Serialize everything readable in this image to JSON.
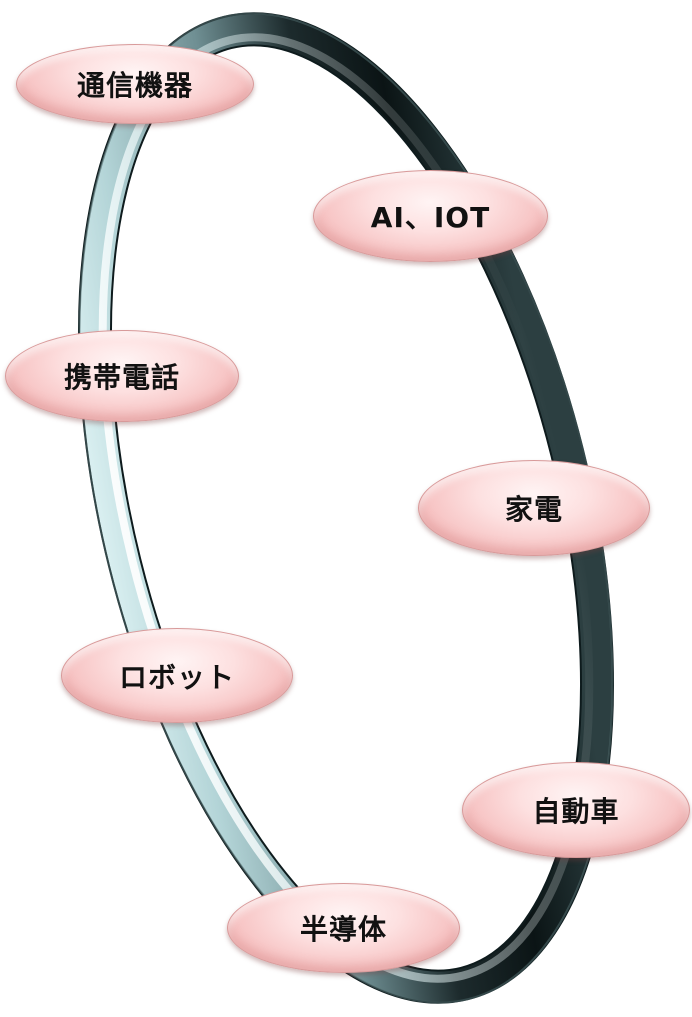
{
  "diagram": {
    "ring_colors": {
      "highlight": "#d7f1f3",
      "mid": "#8fb4b8",
      "shadow": "#0d1a1c"
    },
    "bubble_color": "#f8caca",
    "nodes": [
      {
        "id": "tsushin",
        "label": "通信機器"
      },
      {
        "id": "ai",
        "label": "AI、IOT"
      },
      {
        "id": "keitai",
        "label": "携帯電話"
      },
      {
        "id": "kaden",
        "label": "家電"
      },
      {
        "id": "robot",
        "label": "ロボット"
      },
      {
        "id": "jidosha",
        "label": "自動車"
      },
      {
        "id": "handotai",
        "label": "半導体"
      }
    ]
  }
}
